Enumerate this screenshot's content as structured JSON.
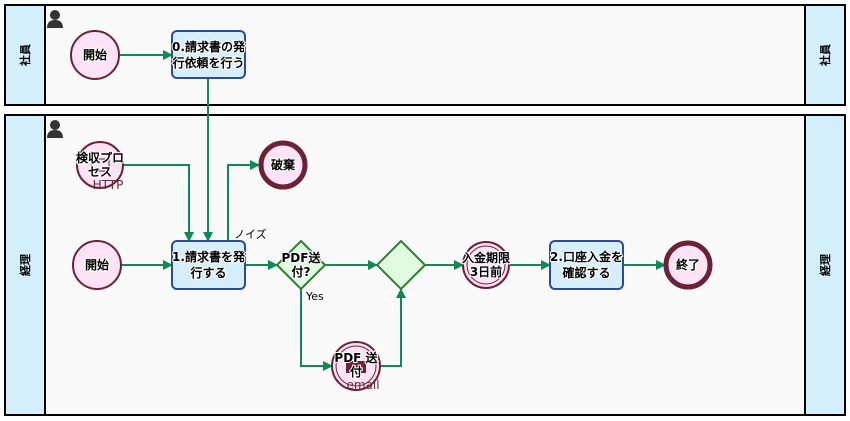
{
  "colors": {
    "lane_header": "#d4effc",
    "lane_bg": "#f9f9f9",
    "task_fill": "#d6eefc",
    "task_stroke": "#2a4b9b",
    "event_fill": "#fde3f5",
    "event_stroke": "#6b2236",
    "gateway_fill": "#e0fbe0",
    "gateway_stroke": "#2e7d32",
    "flow": "#0e8a55"
  },
  "lanes": [
    {
      "name": "社員",
      "icon": "person-icon"
    },
    {
      "name": "経理",
      "icon": "person-icon"
    }
  ],
  "nodes": {
    "start_employee": "開始",
    "task0": [
      "0.請求書の発",
      "行依頼を行う"
    ],
    "inspect": [
      "検収プロ",
      "セス"
    ],
    "inspect_sub": "HTTP",
    "discard": "破棄",
    "start_accounting": "開始",
    "task1": [
      "1.請求書を発",
      "行する"
    ],
    "gateway_pdf": [
      "PDF送",
      "付?"
    ],
    "pdf_send": [
      "PDF 送",
      "付"
    ],
    "pdf_send_sub": "email",
    "timer": [
      "入金期限",
      "3日前"
    ],
    "task2": [
      "2.口座入金を",
      "確認する"
    ],
    "end": "終了"
  },
  "edge_labels": {
    "noise": "ノイズ",
    "yes": "Yes"
  }
}
